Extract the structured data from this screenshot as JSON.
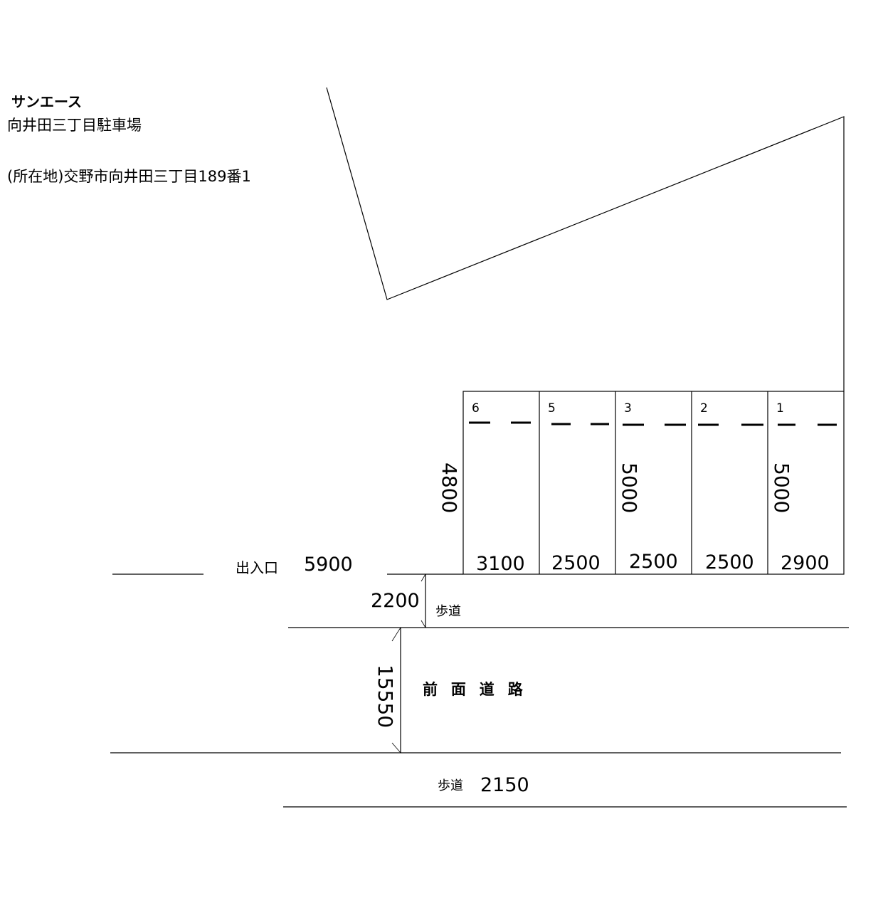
{
  "header": {
    "brand": "サンエース",
    "lot_name": "向井田三丁目駐車場",
    "address": "(所在地)交野市向井田三丁目189番1"
  },
  "stalls": [
    {
      "number": "6",
      "width": "3100"
    },
    {
      "number": "5",
      "width": "2500"
    },
    {
      "number": "3",
      "width": "2500",
      "depth": "5000"
    },
    {
      "number": "2",
      "width": "2500"
    },
    {
      "number": "1",
      "width": "2900",
      "depth": "5000"
    }
  ],
  "dimensions": {
    "stall_depth_left": "4800",
    "entrance_label": "出入口",
    "entrance_width": "5900",
    "sidewalk_near_width": "2200",
    "sidewalk_near_label": "歩道",
    "road_width": "15550",
    "road_label": "前面道路",
    "sidewalk_far_label": "歩道",
    "sidewalk_far_width": "2150"
  },
  "colors": {
    "line": "#000000",
    "background": "#ffffff"
  }
}
